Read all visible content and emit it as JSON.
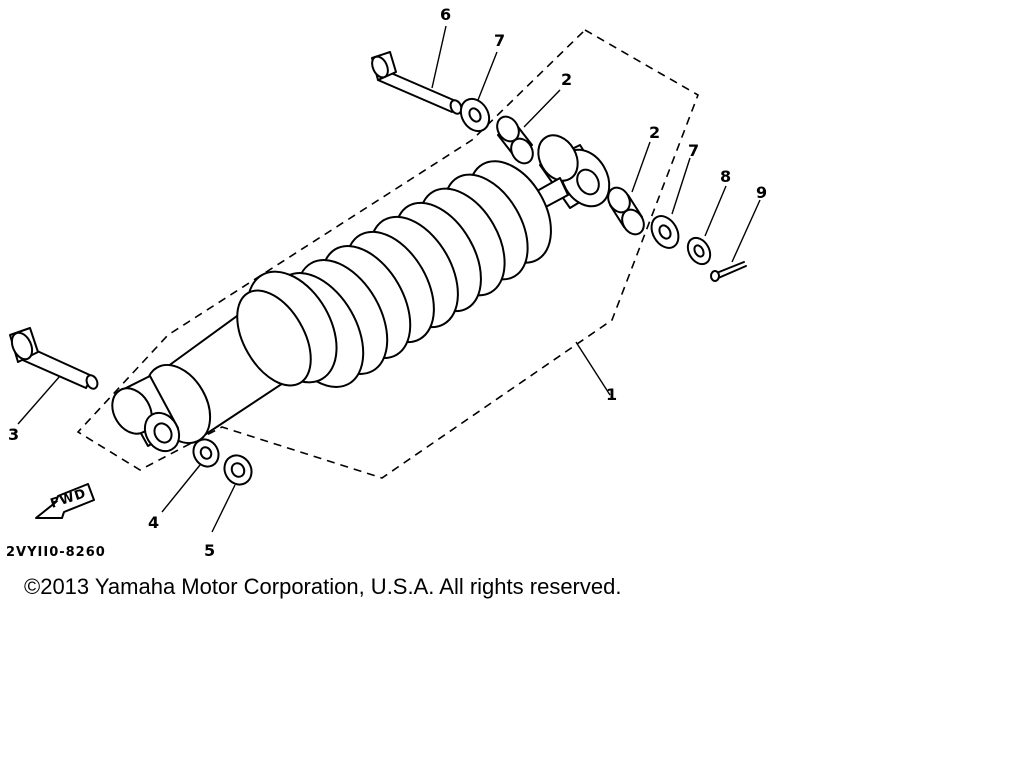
{
  "diagram": {
    "part_labels": [
      {
        "id": "label-1",
        "text": "1"
      },
      {
        "id": "label-2a",
        "text": "2"
      },
      {
        "id": "label-2b",
        "text": "2"
      },
      {
        "id": "label-3",
        "text": "3"
      },
      {
        "id": "label-4",
        "text": "4"
      },
      {
        "id": "label-5",
        "text": "5"
      },
      {
        "id": "label-6",
        "text": "6"
      },
      {
        "id": "label-7a",
        "text": "7"
      },
      {
        "id": "label-7b",
        "text": "7"
      },
      {
        "id": "label-8",
        "text": "8"
      },
      {
        "id": "label-9",
        "text": "9"
      }
    ],
    "fwd_arrow_text": "FWD",
    "diagram_code": "2VYII0-8260",
    "copyright": "©2013 Yamaha Motor Corporation, U.S.A. All rights reserved."
  }
}
